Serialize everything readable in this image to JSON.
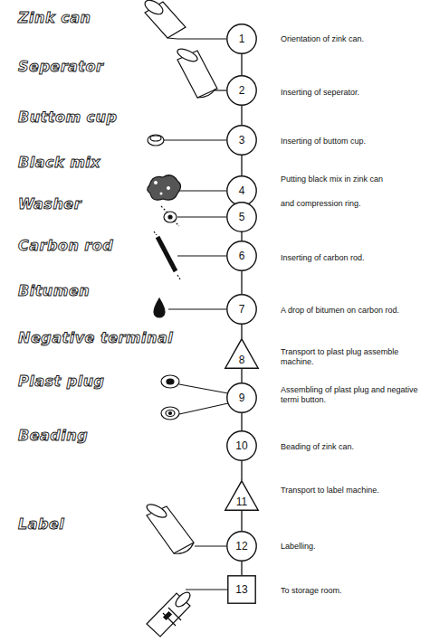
{
  "diagram": {
    "nodes": [
      {
        "text": [
          "1"
        ]
      },
      {
        "text": [
          "2"
        ]
      },
      {
        "text": [
          "3"
        ]
      },
      {
        "text": [
          "4"
        ]
      },
      {
        "text": [
          "5"
        ]
      },
      {
        "text": [
          "6"
        ]
      },
      {
        "text": [
          "7"
        ]
      },
      {
        "text": [
          "8"
        ]
      },
      {
        "text": [
          "9"
        ]
      },
      {
        "text": [
          "10"
        ]
      },
      {
        "text": [
          "11"
        ]
      },
      {
        "text": [
          "12"
        ]
      },
      {
        "text": [
          "13"
        ]
      }
    ],
    "edges": [
      {
        "from": 0,
        "to": 1,
        "arrow": "none"
      },
      {
        "from": 1,
        "to": 2,
        "arrow": "none"
      },
      {
        "from": 2,
        "to": 3,
        "arrow": "none"
      },
      {
        "from": 3,
        "to": 4,
        "arrow": "none"
      },
      {
        "from": 4,
        "to": 5,
        "arrow": "none"
      },
      {
        "from": 5,
        "to": 6,
        "arrow": "none"
      },
      {
        "from": 6,
        "to": 7,
        "arrow": "none"
      },
      {
        "from": 7,
        "to": 8,
        "arrow": "none"
      },
      {
        "from": 8,
        "to": 9,
        "arrow": "none"
      },
      {
        "from": 9,
        "to": 10,
        "arrow": "none"
      },
      {
        "from": 10,
        "to": 11,
        "arrow": "none"
      },
      {
        "from": 11,
        "to": 12,
        "arrow": "none"
      }
    ],
    "labels": [
      "Zink can",
      "Seperator",
      "Buttom cup",
      "Black mix",
      "Washer",
      "Carbon rod",
      "Bitumen",
      "Negative terminal",
      "Plast plug",
      "Beading",
      "Label",
      "Orientation of zink can.",
      "Inserting of seperator.",
      "Inserting of buttom cup.",
      "Putting black mix in zink can",
      "and compression ring.",
      "Inserting of carbon rod.",
      "A drop of bitumen on carbon rod.",
      "Transport to plast plug assemble machine.",
      "Assembling of plast plug and negative termi button.",
      "Beading of zink can.",
      "Transport to label machine.",
      "Labelling.",
      "To storage room."
    ]
  }
}
